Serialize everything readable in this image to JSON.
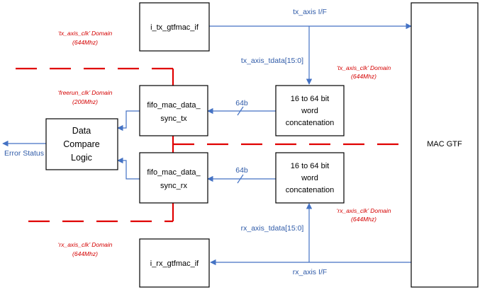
{
  "blocks": {
    "tx_gtfmac": "i_tx_gtfmac_if",
    "rx_gtfmac": "i_rx_gtfmac_if",
    "fifo_tx": [
      "fifo_mac_data_",
      "sync_tx"
    ],
    "fifo_rx": [
      "fifo_mac_data_",
      "sync_rx"
    ],
    "concat_tx": [
      "16 to 64 bit",
      "word",
      "concatenation"
    ],
    "concat_rx": [
      "16 to 64 bit",
      "word",
      "concatenation"
    ],
    "compare": [
      "Data",
      "Compare",
      "Logic"
    ],
    "mac_gtf": "MAC GTF"
  },
  "signals": {
    "tx_axis": "tx_axis I/F",
    "rx_axis": "rx_axis I/F",
    "tx_tdata": "tx_axis_tdata[15:0]",
    "rx_tdata": "rx_axis_tdata[15:0]",
    "width_tx": "64b",
    "width_rx": "64b",
    "error_status": "Error Status"
  },
  "domains": {
    "tx_left": [
      "‘tx_axis_clk’ Domain",
      "(644Mhz)"
    ],
    "tx_right": [
      "‘tx_axis_clk’ Domain",
      "(644Mhz)"
    ],
    "freerun": [
      "‘freerun_clk’ Domain",
      "(200Mhz)"
    ],
    "rx_right": [
      "‘rx_axis_clk’ Domain",
      "(644Mhz)"
    ],
    "rx_left": [
      "‘rx_axis_clk’ Domain",
      "(644Mhz)"
    ]
  },
  "colors": {
    "wire": "#4472c4",
    "domain_boundary": "#e00000",
    "domain_text": "#d40000",
    "box_border": "#000000"
  }
}
